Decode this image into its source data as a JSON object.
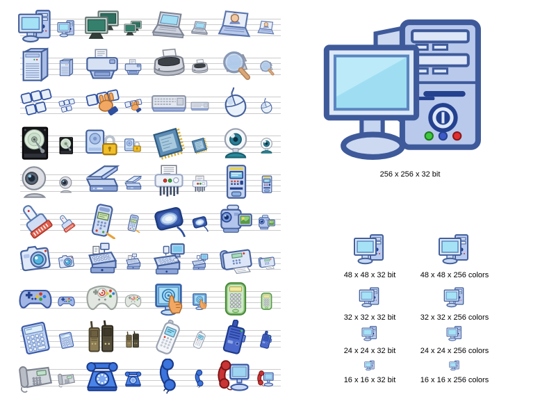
{
  "page": {
    "description": "Hardware icon set preview sheet",
    "background": "#ffffff",
    "ruling_line_color": "#cbcbcb",
    "label_text_color": "#000000",
    "accent_outline_color": "#44609c"
  },
  "icon_grid": {
    "rows": [
      {
        "icons": [
          "computer",
          "monitors",
          "laptop",
          "laptop-user"
        ]
      },
      {
        "icons": [
          "server",
          "printer",
          "printer-3d",
          "search-hardware"
        ]
      },
      {
        "icons": [
          "keyboard-keys",
          "typing-hands",
          "keyboard",
          "mouse"
        ]
      },
      {
        "icons": [
          "hard-drive",
          "locked-drive",
          "cpu-chip",
          "webcam"
        ]
      },
      {
        "icons": [
          "web-camera",
          "scanner",
          "shredder",
          "cash-dispenser"
        ]
      },
      {
        "icons": [
          "barcode-scanner",
          "pos-terminal",
          "trackball",
          "video-camera"
        ]
      },
      {
        "icons": [
          "photo-camera",
          "cash-register",
          "pos-system",
          "fax"
        ]
      },
      {
        "icons": [
          "gamepad",
          "game-controller",
          "touch-screen",
          "pocket-calculator"
        ]
      },
      {
        "icons": [
          "calculator",
          "walkie-talkies",
          "cell-phone",
          "transceiver"
        ]
      },
      {
        "icons": [
          "office-phone",
          "telephone",
          "handset",
          "ip-phone"
        ]
      }
    ]
  },
  "preview": {
    "icon": "computer",
    "main_label": "256 x 256 x 32 bit",
    "sizes": [
      {
        "label": "48 x 48 x 32 bit",
        "size": 48
      },
      {
        "label": "48 x 48 x 256 colors",
        "size": 48
      },
      {
        "label": "32 x 32 x 32 bit",
        "size": 32
      },
      {
        "label": "32 x 32 x 256 colors",
        "size": 32
      },
      {
        "label": "24 x 24 x 32 bit",
        "size": 24
      },
      {
        "label": "24 x 24 x 256 colors",
        "size": 24
      },
      {
        "label": "16 x 16 x 32 bit",
        "size": 16
      },
      {
        "label": "16 x 16 x 256 colors",
        "size": 16
      }
    ]
  }
}
